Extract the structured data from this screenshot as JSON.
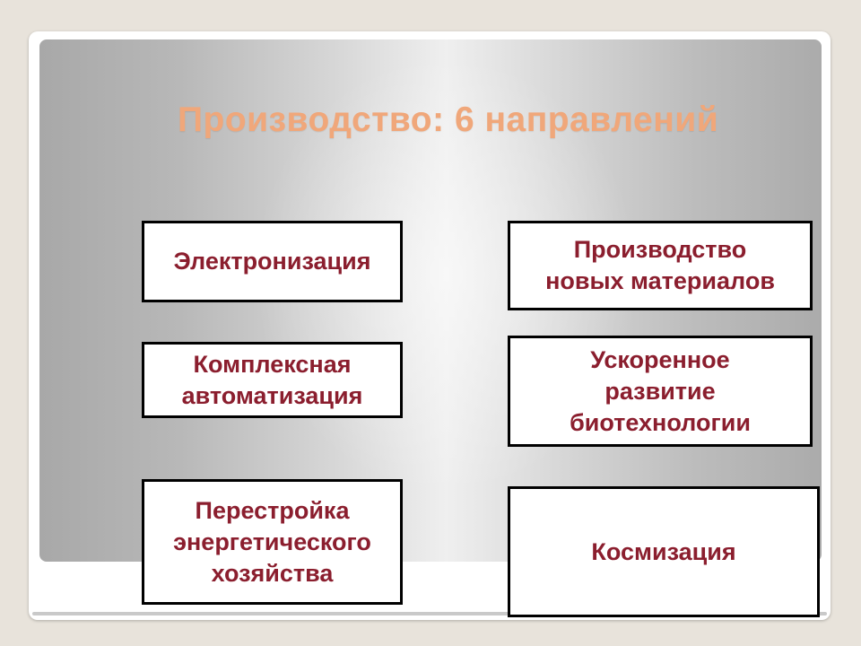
{
  "slide": {
    "title": "Производство: 6 направлений",
    "title_color": "#f0a77a",
    "box_text_color": "#8b1e2e",
    "items": [
      {
        "label": "Электронизация"
      },
      {
        "label": "Комплексная\nавтоматизация"
      },
      {
        "label": "Перестройка\nэнергетического\nхозяйства"
      },
      {
        "label": "Производство\nновых материалов"
      },
      {
        "label": "Ускоренное\nразвитие\nбиотехнологии"
      },
      {
        "label": "Космизация"
      }
    ]
  }
}
